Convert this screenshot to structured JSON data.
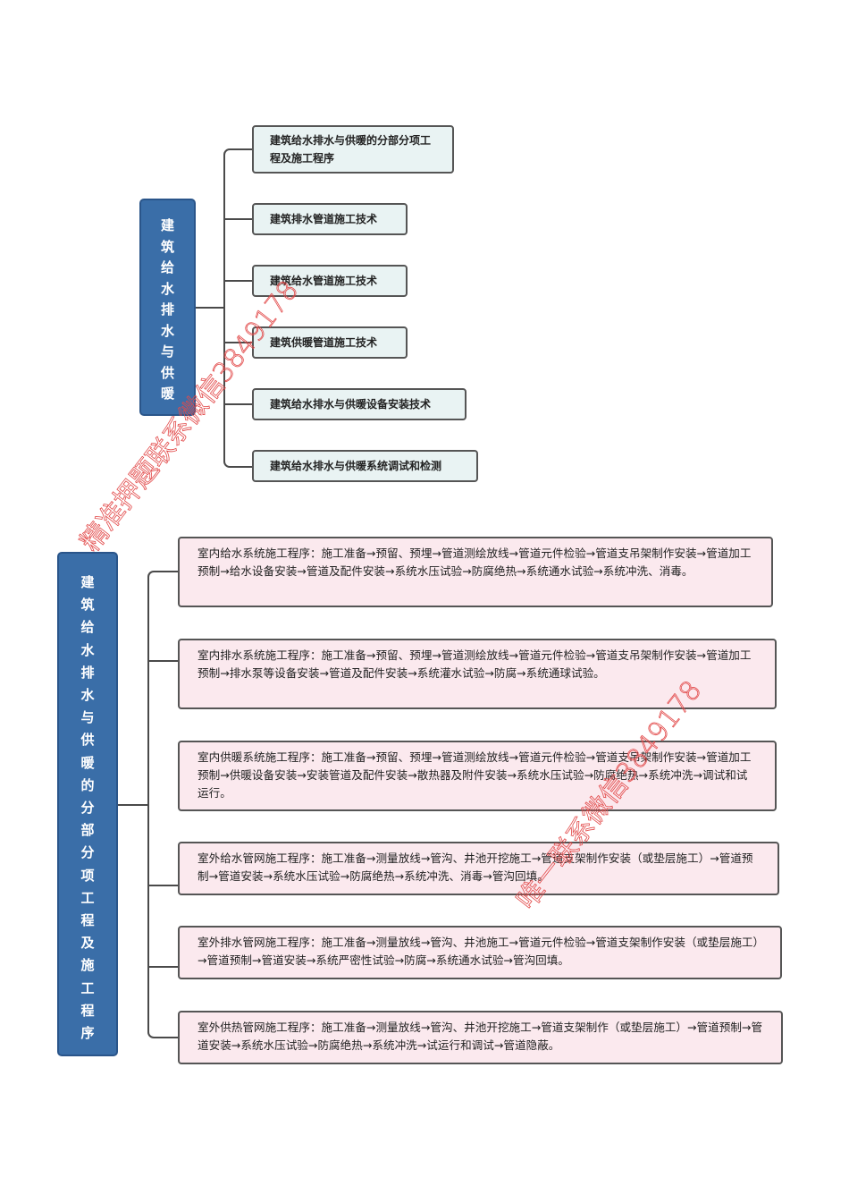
{
  "diagram_top": {
    "root_label": "建筑给水排水与供暖",
    "children": [
      {
        "label": "建筑给水排水与供暖的分部分项工程及施工程序"
      },
      {
        "label": "建筑排水管道施工技术"
      },
      {
        "label": "建筑给水管道施工技术"
      },
      {
        "label": "建筑供暖管道施工技术"
      },
      {
        "label": "建筑给水排水与供暖设备安装技术"
      },
      {
        "label": "建筑给水排水与供暖系统调试和检测"
      }
    ]
  },
  "diagram_bottom": {
    "root_label": "建筑给水排水与供暖的分部分项工程及施工程序",
    "children": [
      {
        "label": "室内给水系统施工程序：施工准备→预留、预埋→管道测绘放线→管道元件检验→管道支吊架制作安装→管道加工预制→给水设备安装→管道及配件安装→系统水压试验→防腐绝热→系统通水试验→系统冲洗、消毒。"
      },
      {
        "label": "室内排水系统施工程序：施工准备→预留、预埋→管道测绘放线→管道元件检验→管道支吊架制作安装→管道加工预制→排水泵等设备安装→管道及配件安装→系统灌水试验→防腐→系统通球试验。"
      },
      {
        "label": "室内供暖系统施工程序：施工准备→预留、预埋→管道测绘放线→管道元件检验→管道支吊架制作安装→管道加工预制→供暖设备安装→安装管道及配件安装→散热器及附件安装→系统水压试验→防腐绝热→系统冲洗→调试和试运行。"
      },
      {
        "label": "室外给水管网施工程序：施工准备→测量放线→管沟、井池开挖施工→管道支架制作安装（或垫层施工）→管道预制→管道安装→系统水压试验→防腐绝热→系统冲洗、消毒→管沟回填。"
      },
      {
        "label": "室外排水管网施工程序：施工准备→测量放线→管沟、井池施工→管道元件检验→管道支架制作安装（或垫层施工）→管道预制→管道安装→系统严密性试验→防腐→系统通水试验→管沟回填。"
      },
      {
        "label": "室外供热管网施工程序：施工准备→测量放线→管沟、井池开挖施工→管道支架制作（或垫层施工）→管道预制→管道安装→系统水压试验→防腐绝热→系统冲洗→试运行和调试→管道隐蔽。"
      }
    ]
  },
  "watermarks": [
    {
      "text": "精准押题联系微信3849178"
    },
    {
      "text": "唯一联系微信3849178"
    }
  ],
  "colors": {
    "root_fill": "#3a6ea8",
    "top_child_fill": "#e9f3f3",
    "bottom_child_fill": "#fbe9ee",
    "watermark": "#e24a4a"
  }
}
